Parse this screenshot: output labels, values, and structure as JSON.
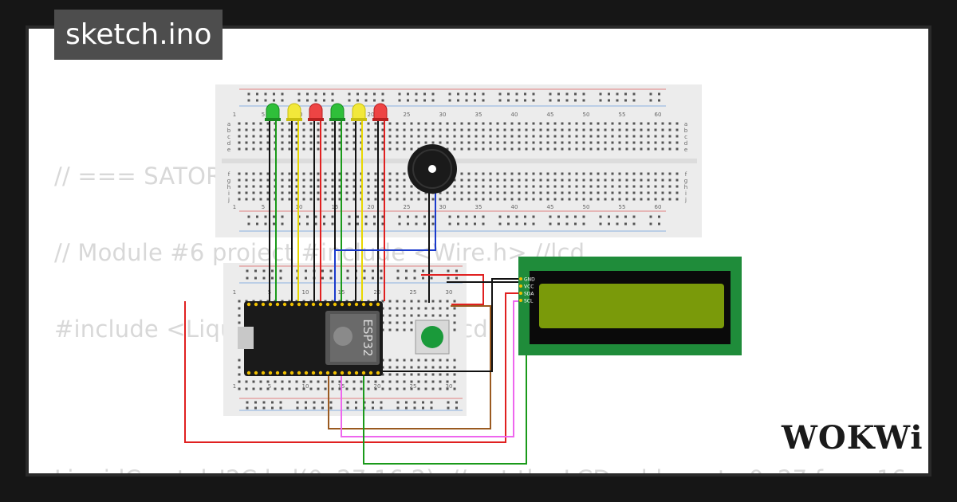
{
  "window": {
    "title": "sketch.ino"
  },
  "code_background": {
    "lines": [
      "// === SATORI",
      "// Module #6 project #include <Wire.h> //lcd",
      "#include <LiquidCrystal_I2C.h> //lcd",
      "LiquidCrystal_I2C lcd(0x27,16,2); // set the LCD address to 0x27 for a 16"
    ]
  },
  "circuit": {
    "breadboard_top": {
      "column_labels": [
        "1",
        "5",
        "10",
        "15",
        "20",
        "25",
        "30",
        "35",
        "40",
        "45",
        "50",
        "55",
        "60"
      ],
      "row_labels_top": [
        "a",
        "b",
        "c",
        "d",
        "e"
      ],
      "row_labels_bottom": [
        "f",
        "g",
        "h",
        "i",
        "j"
      ]
    },
    "breadboard_bottom": {
      "column_labels": [
        "1",
        "5",
        "10",
        "15",
        "20",
        "25",
        "30"
      ]
    },
    "leds": [
      {
        "color": "green"
      },
      {
        "color": "yellow"
      },
      {
        "color": "red"
      },
      {
        "color": "green"
      },
      {
        "color": "yellow"
      },
      {
        "color": "red"
      }
    ],
    "esp32": {
      "label": "ESP32"
    },
    "lcd": {
      "pins": [
        "GND",
        "VCC",
        "SDA",
        "SCL"
      ]
    },
    "button": {
      "color": "green"
    },
    "buzzer": {}
  },
  "brand": {
    "logo": "WOKWi"
  },
  "colors": {
    "page_border": "#161616",
    "paper": "#ffffff",
    "code_text": "#d8d8d8",
    "title_bg": "#4d4d4d",
    "breadboard": "#ececec",
    "lcd_board": "#1f8c3a",
    "lcd_screen": "#7a9a0a",
    "esp32_board": "#1a1a1a"
  }
}
